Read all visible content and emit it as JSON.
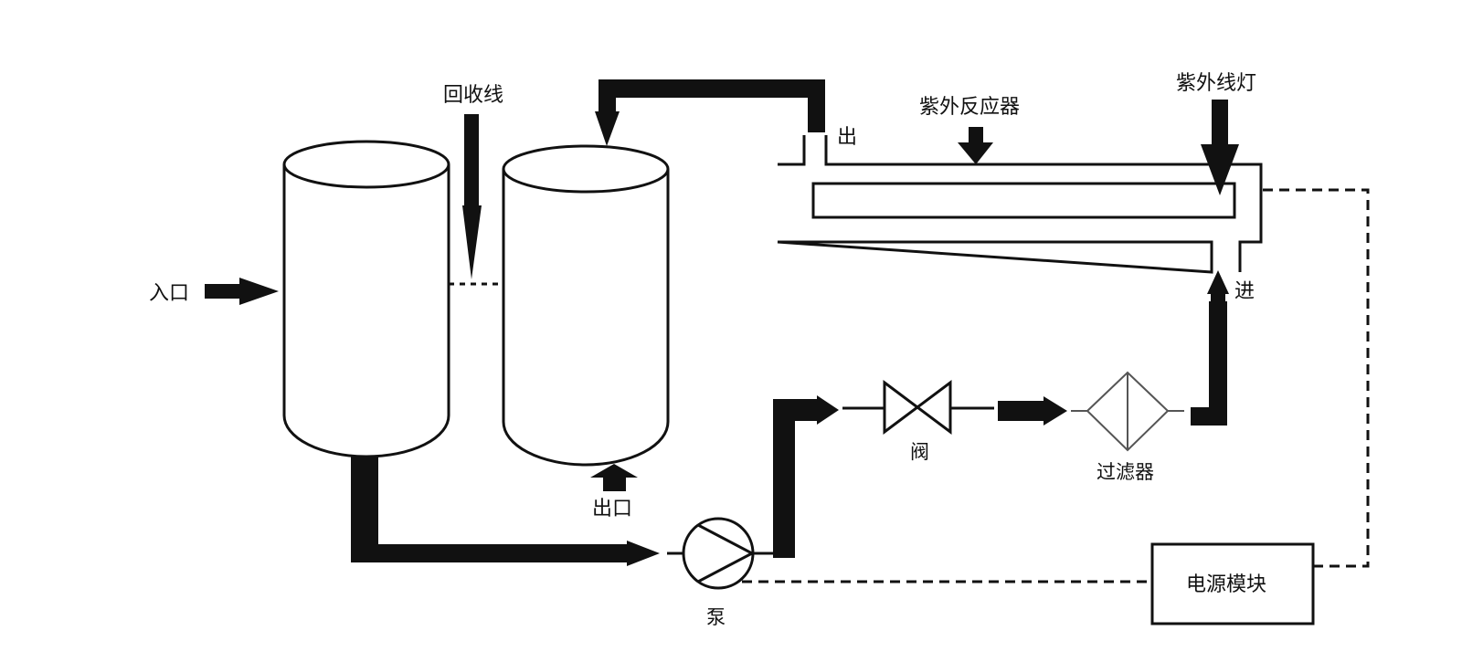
{
  "colors": {
    "line": "#111111",
    "background": "#ffffff",
    "filter_line": "#555555"
  },
  "labels": {
    "inlet": "入口",
    "recovery_line": "回收线",
    "outlet_tank": "出口",
    "reactor_out": "出",
    "uv_reactor": "紫外反应器",
    "uv_lamp": "紫外线灯",
    "reactor_in": "进",
    "valve": "阀",
    "filter": "过滤器",
    "pump": "泵",
    "power_module": "电源模块"
  }
}
